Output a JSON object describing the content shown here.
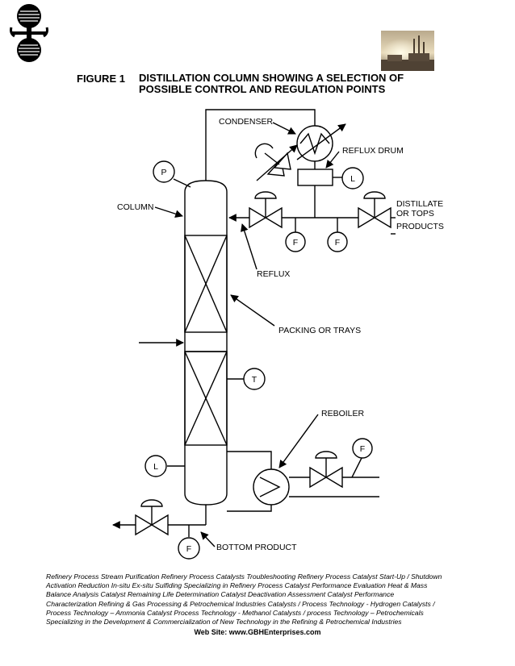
{
  "figure": {
    "label": "FIGURE 1",
    "title_line1": "DISTILLATION COLUMN SHOWING A SELECTION OF",
    "title_line2": "POSSIBLE CONTROL AND REGULATION POINTS"
  },
  "labels": {
    "condenser": "CONDENSER",
    "reflux_drum": "REFLUX DRUM",
    "column": "COLUMN",
    "distillate_1": "DISTILLATE",
    "distillate_2": "OR TOPS",
    "distillate_3": "PRODUCTS",
    "reflux": "REFLUX",
    "packing": "PACKING OR TRAYS",
    "reboiler": "REBOILER",
    "bottom_product": "BOTTOM PRODUCT"
  },
  "instruments": {
    "pressure": "P",
    "level_drum": "L",
    "flow_1": "F",
    "flow_2": "F",
    "temperature": "T",
    "level_column": "L",
    "flow_reboiler": "F",
    "flow_bottom": "F"
  },
  "footer": {
    "line1": "Refinery Process Stream Purification Refinery Process Catalysts Troubleshooting Refinery Process Catalyst Start-Up / Shutdown",
    "line2": " Activation   Reduction  In-situ  Ex-situ Sulfiding Specializing in Refinery Process Catalyst Performance Evaluation Heat & Mass",
    "line3": " Balance Analysis  Catalyst Remaining Life Determination  Catalyst Deactivation Assessment  Catalyst Performance",
    "line4": "Characterization  Refining  & Gas Processing &  Petrochemical Industries  Catalysts / Process Technology - Hydrogen  Catalysts /",
    "line5": "Process Technology – Ammonia  Catalyst Process Technology - Methanol  Catalysts / process Technology – Petrochemicals",
    "line6": "Specializing in the Development  & Commercialization of New Technology in the Refining &   Petrochemical Industries"
  },
  "website": "Web Site: www.GBHEnterprises.com"
}
